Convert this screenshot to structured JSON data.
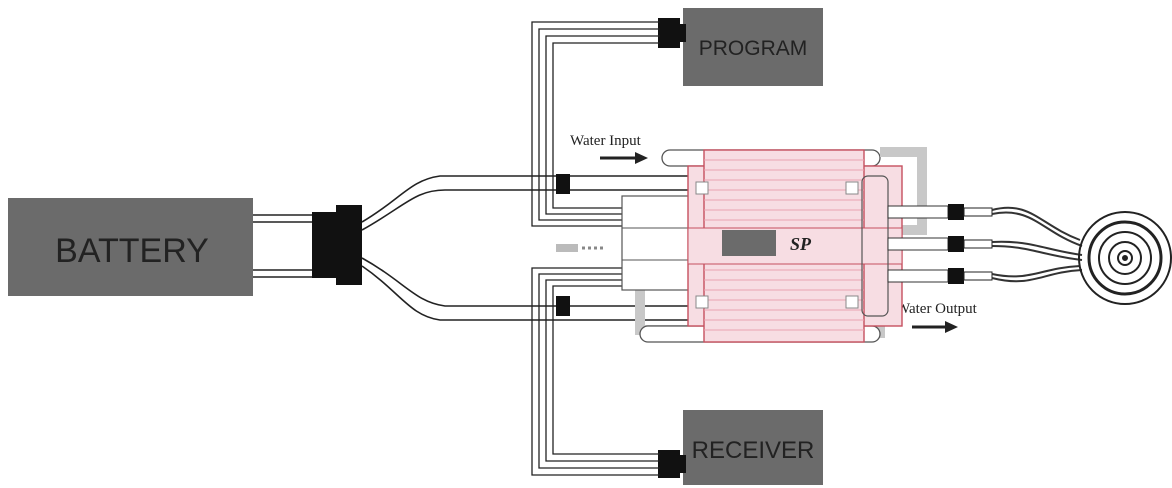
{
  "labels": {
    "battery": "BATTERY",
    "program": "PROGRAM",
    "receiver": "RECEIVER",
    "water_input": "Water Input",
    "water_output": "Water Output",
    "logo": "SP"
  },
  "colors": {
    "box_fill": "#6b6b6b",
    "esc_fill": "#f7dde3",
    "esc_stripe": "#e9a3b0",
    "wire": "#222222",
    "connector": "#111111"
  }
}
